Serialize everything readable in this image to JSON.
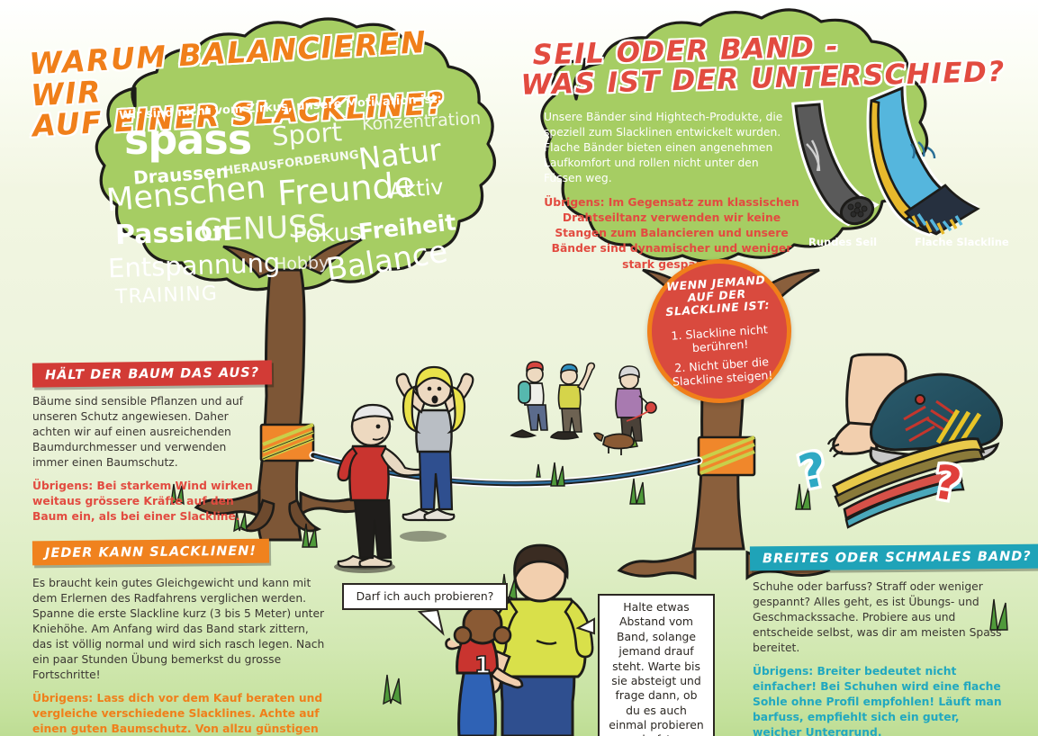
{
  "poster": {
    "colors": {
      "orange": "#f07f1a",
      "red": "#e24b40",
      "teal": "#1fa3b8",
      "leaf_green": "#a6cd63",
      "paper": "#eef4de",
      "badge_red": "#d94a3e"
    }
  },
  "left_section": {
    "title_line1": "WARUM BALANCIEREN WIR",
    "title_line2": "AUF EINER SLACKLINE?",
    "wordcloud": {
      "intro": "Wir sind nicht vom Zirkus, unsere Motivation ist:",
      "words": [
        "spass",
        "Sport",
        "Konzentration",
        "Natur",
        "Draussen",
        "HERAUSFORDERUNG",
        "Menschen",
        "Freunde",
        "Aktiv",
        "Passion",
        "GENUSS",
        "Fokus",
        "Freiheit",
        "Entspannung",
        "Hobby",
        "Balance",
        "TRAINING"
      ]
    }
  },
  "right_section": {
    "title_line1": "SEIL ODER BAND -",
    "title_line2": "WAS IST DER UNTERSCHIED?",
    "body": "Unsere Bänder sind Hightech-Produkte, die speziell zum Slacklinen entwickelt wurden. Flache Bänder bieten einen angenehmen Laufkomfort und rollen nicht unter den Füssen weg.",
    "hint": "Übrigens: Im Gegensatz zum klassischen Drahtseiltanz verwenden wir keine Stangen zum Balancieren und unsere Bänder sind dynamischer und weniger stark gespannt.",
    "product_labels": {
      "rope": "Rundes Seil",
      "webbing": "Flache Slackline"
    }
  },
  "rule_badge": {
    "heading_line1": "WENN JEMAND",
    "heading_line2": "AUF DER",
    "heading_line3": "SLACKLINE IST:",
    "rule1": "1. Slackline nicht berühren!",
    "rule2": "2. Nicht über die Slackline steigen!"
  },
  "section_baum": {
    "banner": "HÄLT DER BAUM DAS AUS?",
    "body": "Bäume sind sensible Pflanzen und auf unseren Schutz angewiesen. Daher achten wir auf einen ausreichenden Baumdurchmesser und verwenden immer einen Baumschutz.",
    "hint": "Übrigens: Bei starkem Wind wirken weitaus grössere Kräfte auf den Baum ein, als bei einer Slackline."
  },
  "section_jeder": {
    "banner": "JEDER KANN SLACKLINEN!",
    "body": "Es braucht kein gutes Gleichgewicht und kann mit dem Erlernen des Radfahrens verglichen werden. Spanne die erste Slackline kurz (3 bis 5 Meter) unter Kniehöhe. Am Anfang wird das Band stark zittern, das ist völlig normal und wird sich rasch legen. Nach ein paar Stunden Übung bemerkst du grosse Fortschritte!",
    "hint": "Übrigens: Lass dich vor dem Kauf beraten und vergleiche verschiedene Slacklines. Achte auf einen guten Baumschutz. Von allzu günstigen Sets wird abgeraten."
  },
  "section_band": {
    "banner": "BREITES ODER SCHMALES BAND?",
    "body": "Schuhe oder barfuss? Straff oder weniger gespannt? Alles geht, es ist Übungs- und Geschmackssache. Probiere aus und entscheide selbst, was dir am meisten Spass bereitet.",
    "hint": "Übrigens: Breiter bedeutet nicht einfacher! Bei Schuhen wird eine flache Sohle ohne Profil empfohlen! Läuft man barfuss, empfiehlt sich ein guter, weicher Untergrund."
  },
  "speech_bubbles": {
    "girl": "Darf ich auch probieren?",
    "dad": "Halte etwas Abstand vom Band, solange jemand drauf steht. Warte bis sie absteigt und frage dann, ob du es auch einmal probieren darfst."
  },
  "shoe_illustration": {
    "question_mark_teal": "?",
    "question_mark_red": "?",
    "child_shirt_number": "1"
  }
}
